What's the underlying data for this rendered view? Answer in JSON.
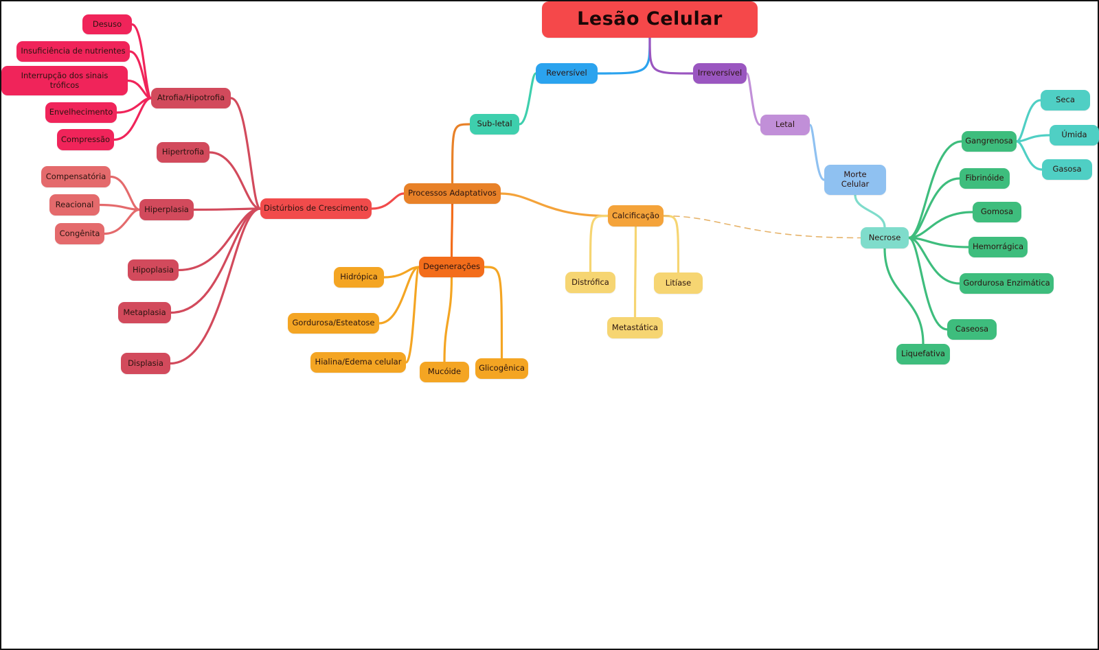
{
  "title": "Lesão Celular",
  "colors": {
    "root": "#f5484a",
    "blue": "#2ba3ee",
    "purple": "#9a56c0",
    "lilac": "#c18fd8",
    "sky": "#8fc1f1",
    "aqua": "#7fdccb",
    "teal_green": "#3ecfad",
    "green": "#3ebd7d",
    "cyan": "#4fcfc4",
    "orange": "#e88128",
    "dark_orange": "#f36d1b",
    "amber": "#f4a523",
    "calc": "#f4a33a",
    "pale_yellow": "#f6d572",
    "red": "#f14b4b",
    "crimson": "#d24a5c",
    "hot_pink": "#f0245a",
    "salmon": "#e46a6c",
    "dashed_link": "#e6b36a"
  },
  "nodes": [
    {
      "id": "root",
      "label": "Lesão Celular",
      "color": "root"
    },
    {
      "id": "reversivel",
      "label": "Reversível",
      "color": "blue"
    },
    {
      "id": "irreversivel",
      "label": "Irreversível",
      "color": "purple"
    },
    {
      "id": "subletal",
      "label": "Sub-letal",
      "color": "teal_green"
    },
    {
      "id": "letal",
      "label": "Letal",
      "color": "lilac"
    },
    {
      "id": "morte",
      "label": "Morte Celular",
      "color": "sky"
    },
    {
      "id": "necrose",
      "label": "Necrose",
      "color": "aqua"
    },
    {
      "id": "gangrenosa",
      "label": "Gangrenosa",
      "color": "green"
    },
    {
      "id": "seca",
      "label": "Seca",
      "color": "cyan"
    },
    {
      "id": "umida",
      "label": "Úmida",
      "color": "cyan"
    },
    {
      "id": "gasosa",
      "label": "Gasosa",
      "color": "cyan"
    },
    {
      "id": "fibrinoide",
      "label": "Fibrinóide",
      "color": "green"
    },
    {
      "id": "gomosa",
      "label": "Gomosa",
      "color": "green"
    },
    {
      "id": "hemorragica",
      "label": "Hemorrágica",
      "color": "green"
    },
    {
      "id": "gordenz",
      "label": "Gordurosa Enzimática",
      "color": "green"
    },
    {
      "id": "caseosa",
      "label": "Caseosa",
      "color": "green"
    },
    {
      "id": "liquefativa",
      "label": "Liquefativa",
      "color": "green"
    },
    {
      "id": "processos",
      "label": "Processos Adaptativos",
      "color": "orange"
    },
    {
      "id": "degeneracoes",
      "label": "Degenerações",
      "color": "dark_orange"
    },
    {
      "id": "hidropica",
      "label": "Hidrópica",
      "color": "amber"
    },
    {
      "id": "gordest",
      "label": "Gordurosa/Esteatose",
      "color": "amber"
    },
    {
      "id": "hialina",
      "label": "Hialina/Edema celular",
      "color": "amber"
    },
    {
      "id": "mucoide",
      "label": "Mucóide",
      "color": "amber"
    },
    {
      "id": "glicogenica",
      "label": "Glicogênica",
      "color": "amber"
    },
    {
      "id": "calcificacao",
      "label": "Calcificação",
      "color": "calc"
    },
    {
      "id": "distrofica",
      "label": "Distrófica",
      "color": "pale_yellow"
    },
    {
      "id": "litiase",
      "label": "Litíase",
      "color": "pale_yellow"
    },
    {
      "id": "metastatica",
      "label": "Metastática",
      "color": "pale_yellow"
    },
    {
      "id": "disturbios",
      "label": "Distúrbios de Crescimento",
      "color": "red"
    },
    {
      "id": "atrofia",
      "label": "Atrofia/Hipotrofia",
      "color": "crimson"
    },
    {
      "id": "desuso",
      "label": "Desuso",
      "color": "hot_pink"
    },
    {
      "id": "insuficiencia",
      "label": "Insuficiência de nutrientes",
      "color": "hot_pink"
    },
    {
      "id": "interrupcao",
      "label": "Interrupção dos sinais tróficos",
      "color": "hot_pink"
    },
    {
      "id": "envelhecimento",
      "label": "Envelhecimento",
      "color": "hot_pink"
    },
    {
      "id": "compressao",
      "label": "Compressão",
      "color": "hot_pink"
    },
    {
      "id": "hipertrofia",
      "label": "Hipertrofia",
      "color": "crimson"
    },
    {
      "id": "hiperplasia",
      "label": "Hiperplasia",
      "color": "crimson"
    },
    {
      "id": "compensatoria",
      "label": "Compensatória",
      "color": "salmon"
    },
    {
      "id": "reacional",
      "label": "Reacional",
      "color": "salmon"
    },
    {
      "id": "congenita",
      "label": "Congênita",
      "color": "salmon"
    },
    {
      "id": "hipoplasia",
      "label": "Hipoplasia",
      "color": "crimson"
    },
    {
      "id": "metaplasia",
      "label": "Metaplasia",
      "color": "crimson"
    },
    {
      "id": "displasia",
      "label": "Displasia",
      "color": "crimson"
    }
  ],
  "edges": [
    {
      "from": "root",
      "to": "reversivel",
      "color": "blue"
    },
    {
      "from": "root",
      "to": "irreversivel",
      "color": "purple"
    },
    {
      "from": "reversivel",
      "to": "subletal",
      "color": "teal_green"
    },
    {
      "from": "irreversivel",
      "to": "letal",
      "color": "lilac"
    },
    {
      "from": "letal",
      "to": "morte",
      "color": "sky"
    },
    {
      "from": "morte",
      "to": "necrose",
      "color": "aqua"
    },
    {
      "from": "necrose",
      "to": "gangrenosa",
      "color": "green"
    },
    {
      "from": "necrose",
      "to": "fibrinoide",
      "color": "green"
    },
    {
      "from": "necrose",
      "to": "gomosa",
      "color": "green"
    },
    {
      "from": "necrose",
      "to": "hemorragica",
      "color": "green"
    },
    {
      "from": "necrose",
      "to": "gordenz",
      "color": "green"
    },
    {
      "from": "necrose",
      "to": "caseosa",
      "color": "green"
    },
    {
      "from": "necrose",
      "to": "liquefativa",
      "color": "green"
    },
    {
      "from": "gangrenosa",
      "to": "seca",
      "color": "cyan"
    },
    {
      "from": "gangrenosa",
      "to": "umida",
      "color": "cyan"
    },
    {
      "from": "gangrenosa",
      "to": "gasosa",
      "color": "cyan"
    },
    {
      "from": "subletal",
      "to": "processos",
      "color": "orange"
    },
    {
      "from": "processos",
      "to": "degeneracoes",
      "color": "dark_orange"
    },
    {
      "from": "processos",
      "to": "calcificacao",
      "color": "calc"
    },
    {
      "from": "processos",
      "to": "disturbios",
      "color": "red"
    },
    {
      "from": "degeneracoes",
      "to": "hidropica",
      "color": "amber"
    },
    {
      "from": "degeneracoes",
      "to": "gordest",
      "color": "amber"
    },
    {
      "from": "degeneracoes",
      "to": "hialina",
      "color": "amber"
    },
    {
      "from": "degeneracoes",
      "to": "mucoide",
      "color": "amber"
    },
    {
      "from": "degeneracoes",
      "to": "glicogenica",
      "color": "amber"
    },
    {
      "from": "calcificacao",
      "to": "distrofica",
      "color": "pale_yellow"
    },
    {
      "from": "calcificacao",
      "to": "litiase",
      "color": "pale_yellow"
    },
    {
      "from": "calcificacao",
      "to": "metastatica",
      "color": "pale_yellow"
    },
    {
      "from": "calcificacao",
      "to": "necrose",
      "color": "dashed_link",
      "dashed": true
    },
    {
      "from": "disturbios",
      "to": "atrofia",
      "color": "crimson"
    },
    {
      "from": "disturbios",
      "to": "hipertrofia",
      "color": "crimson"
    },
    {
      "from": "disturbios",
      "to": "hiperplasia",
      "color": "crimson"
    },
    {
      "from": "disturbios",
      "to": "hipoplasia",
      "color": "crimson"
    },
    {
      "from": "disturbios",
      "to": "metaplasia",
      "color": "crimson"
    },
    {
      "from": "disturbios",
      "to": "displasia",
      "color": "crimson"
    },
    {
      "from": "atrofia",
      "to": "desuso",
      "color": "hot_pink"
    },
    {
      "from": "atrofia",
      "to": "insuficiencia",
      "color": "hot_pink"
    },
    {
      "from": "atrofia",
      "to": "interrupcao",
      "color": "hot_pink"
    },
    {
      "from": "atrofia",
      "to": "envelhecimento",
      "color": "hot_pink"
    },
    {
      "from": "atrofia",
      "to": "compressao",
      "color": "hot_pink"
    },
    {
      "from": "hiperplasia",
      "to": "compensatoria",
      "color": "salmon"
    },
    {
      "from": "hiperplasia",
      "to": "reacional",
      "color": "salmon"
    },
    {
      "from": "hiperplasia",
      "to": "congenita",
      "color": "salmon"
    }
  ]
}
